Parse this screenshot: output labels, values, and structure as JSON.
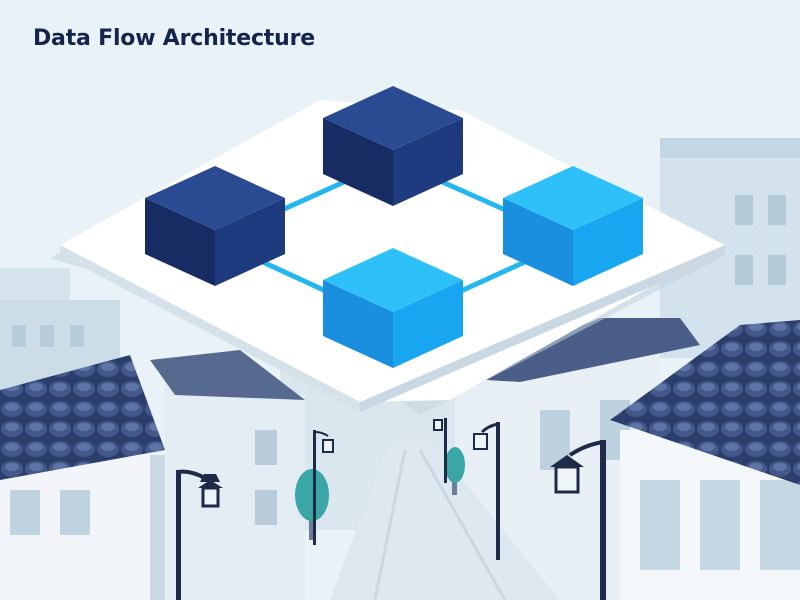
{
  "title": "Data Flow Architecture",
  "colors": {
    "background": "#e9f2f7",
    "platform": "#ffffff",
    "node_dark": "#1f3b80",
    "node_bright": "#1aa7f0",
    "connector": "#23b7f2",
    "roof_tile": "#3e5382",
    "lamp": "#1d2a48",
    "tree": "#3aa7a6"
  },
  "diagram": {
    "nodes": [
      {
        "id": "top",
        "tone": "dark"
      },
      {
        "id": "left",
        "tone": "dark"
      },
      {
        "id": "right",
        "tone": "bright"
      },
      {
        "id": "bottom",
        "tone": "bright"
      }
    ],
    "links": [
      {
        "from": "top",
        "to": "left"
      },
      {
        "from": "top",
        "to": "right"
      },
      {
        "from": "left",
        "to": "bottom"
      },
      {
        "from": "right",
        "to": "bottom"
      }
    ]
  },
  "icons": [
    "street-lamp-icon",
    "tree-icon",
    "building-icon",
    "roof-icon"
  ]
}
